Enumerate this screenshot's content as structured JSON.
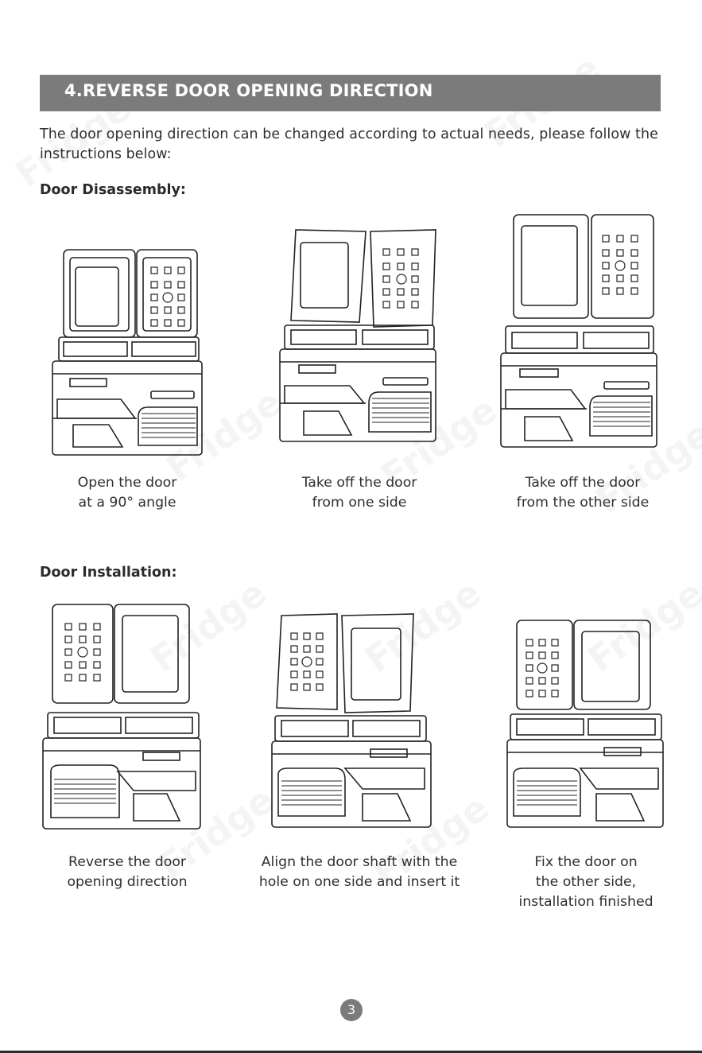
{
  "header": {
    "title": "4.REVERSE DOOR OPENING DIRECTION"
  },
  "intro": {
    "line1": "The door opening direction can be changed according to actual needs, please follow the",
    "line2": "instructions below:"
  },
  "watermark": "Fridge",
  "disassembly": {
    "title": "Door Disassembly:",
    "steps": [
      {
        "line1": "Open the door",
        "line2": "at a 90° angle"
      },
      {
        "line1": "Take off the door",
        "line2": "from one side"
      },
      {
        "line1": "Take off the door",
        "line2": "from the other side"
      }
    ]
  },
  "installation": {
    "title": "Door Installation:",
    "steps": [
      {
        "line1": "Reverse the door",
        "line2": "opening direction"
      },
      {
        "line1": "Align the door shaft with the",
        "line2": "hole on one side and insert it"
      },
      {
        "line1": "Fix the door on",
        "line2": "the other side,",
        "line3": "installation finished"
      }
    ]
  },
  "page_number": "3"
}
